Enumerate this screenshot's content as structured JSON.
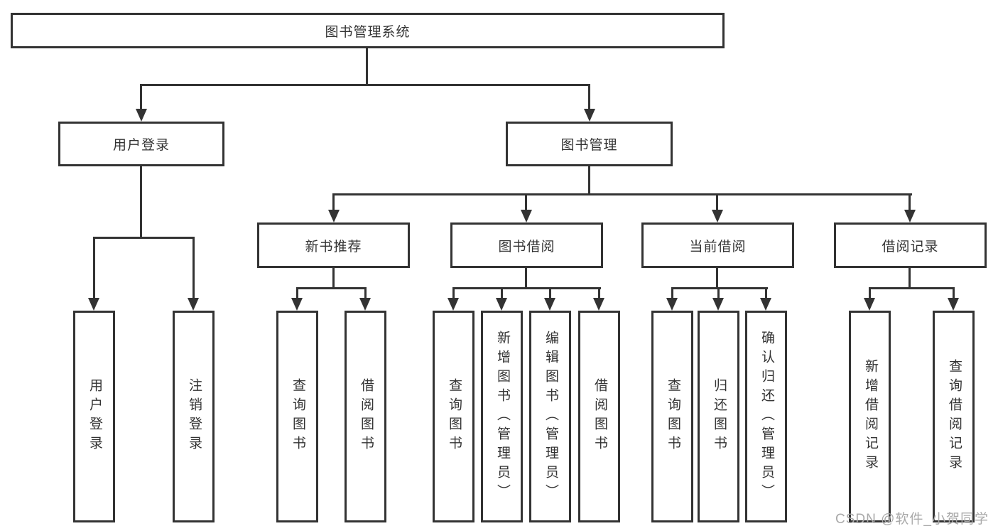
{
  "diagram_type": "hierarchy-tree",
  "root": {
    "label": "图书管理系统"
  },
  "branches": [
    {
      "label": "用户登录",
      "children": [
        {
          "label": "用户登录"
        },
        {
          "label": "注销登录"
        }
      ]
    },
    {
      "label": "图书管理",
      "children": [
        {
          "label": "新书推荐",
          "children": [
            {
              "label": "查询图书"
            },
            {
              "label": "借阅图书"
            }
          ]
        },
        {
          "label": "图书借阅",
          "children": [
            {
              "label": "查询图书"
            },
            {
              "label": "新增图书（管理员）"
            },
            {
              "label": "编辑图书（管理员）"
            },
            {
              "label": "借阅图书"
            }
          ]
        },
        {
          "label": "当前借阅",
          "children": [
            {
              "label": "查询图书"
            },
            {
              "label": "归还图书"
            },
            {
              "label": "确认归还（管理员）"
            }
          ]
        },
        {
          "label": "借阅记录",
          "children": [
            {
              "label": "新增借阅记录"
            },
            {
              "label": "查询借阅记录"
            }
          ]
        }
      ]
    }
  ],
  "watermark": {
    "text": "CSDN @软件_小贺同学"
  },
  "colors": {
    "line": "#333333",
    "box_border": "#333333",
    "text": "#333333",
    "background": "#ffffff",
    "watermark": "#a9a9a9"
  }
}
